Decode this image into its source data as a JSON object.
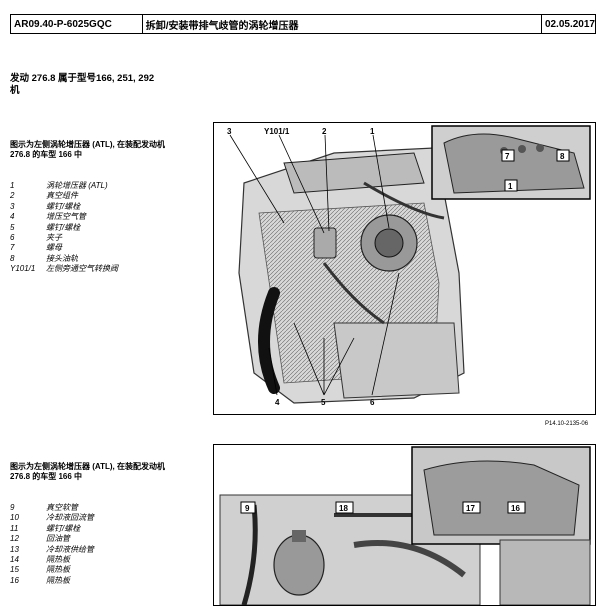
{
  "header": {
    "code": "AR09.40-P-6025GQC",
    "title": "拆卸/安装带排气歧管的涡轮增压器",
    "date": "02.05.2017"
  },
  "engine": {
    "line1": "发动  276.8 属于型号166, 251, 292",
    "line2": "机"
  },
  "figure1": {
    "caption_line1": "图示为左侧涡轮增压器 (ATL), 在装配发动机",
    "caption_line2": "276.8 的车型 166 中",
    "legend": [
      {
        "num": "1",
        "text": "涡轮增压器 (ATL)"
      },
      {
        "num": "2",
        "text": "真空组件"
      },
      {
        "num": "3",
        "text": "螺钉/螺栓"
      },
      {
        "num": "4",
        "text": "增压空气管"
      },
      {
        "num": "5",
        "text": "螺钉/螺栓"
      },
      {
        "num": "6",
        "text": "夹子"
      },
      {
        "num": "7",
        "text": "螺母"
      },
      {
        "num": "8",
        "text": "接头油轨"
      },
      {
        "num": "Y101/1",
        "text": "左侧旁通空气转换阀"
      }
    ],
    "labels": {
      "l3": "3",
      "ly": "Y101/1",
      "l2": "2",
      "l1": "1",
      "l4": "4",
      "l5": "5",
      "l6": "6",
      "i7": "7",
      "i8": "8",
      "i1": "1"
    },
    "ref": "P14.10-2135-06"
  },
  "figure2": {
    "caption_line1": "图示为左侧涡轮增压器 (ATL), 在装配发动机",
    "caption_line2": "276.8 的车型 166 中",
    "legend": [
      {
        "num": "9",
        "text": "真空软管"
      },
      {
        "num": "10",
        "text": "冷却液回流管"
      },
      {
        "num": "11",
        "text": "螺钉/螺栓"
      },
      {
        "num": "12",
        "text": "回油管"
      },
      {
        "num": "13",
        "text": "冷却液供给管"
      },
      {
        "num": "14",
        "text": "隔热板"
      },
      {
        "num": "15",
        "text": "隔热板"
      },
      {
        "num": "16",
        "text": "隔热板"
      }
    ],
    "labels": {
      "l9": "9",
      "l18": "18",
      "i17": "17",
      "i16": "16"
    }
  }
}
